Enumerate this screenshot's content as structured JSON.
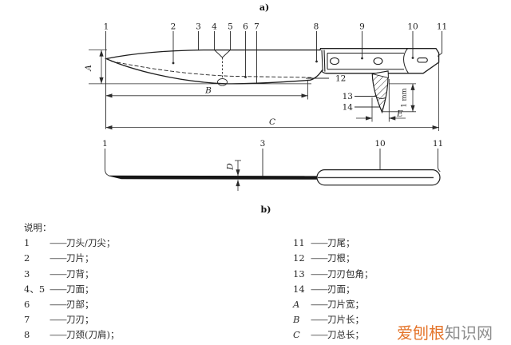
{
  "figure_a": {
    "title": "a)",
    "callouts": {
      "n1": "1",
      "n2": "2",
      "n3": "3",
      "n4": "4",
      "n5": "5",
      "n6": "6",
      "n7": "7",
      "n8": "8",
      "n9": "9",
      "n10": "10",
      "n11": "11",
      "n12": "12",
      "n13": "13",
      "n14": "14"
    },
    "dims": {
      "A": "A",
      "B": "B",
      "C": "C",
      "E": "E",
      "edge_height": "1 mm"
    }
  },
  "figure_b": {
    "title": "b)",
    "callouts": {
      "n1": "1",
      "n3": "3",
      "n10": "10",
      "n11": "11"
    },
    "dims": {
      "D": "D"
    }
  },
  "legend": {
    "heading": "说明：",
    "dash": "——",
    "left": [
      {
        "key": "1",
        "label": "刀头/刀尖；"
      },
      {
        "key": "2",
        "label": "刀片；"
      },
      {
        "key": "3",
        "label": "刀背；"
      },
      {
        "key": "4、5",
        "label": "刀面；"
      },
      {
        "key": "6",
        "label": "刃部；"
      },
      {
        "key": "7",
        "label": "刀刃；"
      },
      {
        "key": "8",
        "label": "刀颈(刀肩)；"
      }
    ],
    "right": [
      {
        "key": "11",
        "label": "刀尾；"
      },
      {
        "key": "12",
        "label": "刀根；"
      },
      {
        "key": "13",
        "label": "刀刃包角；"
      },
      {
        "key": "14",
        "label": "刃面；"
      },
      {
        "key": "A",
        "label": "刀片宽；"
      },
      {
        "key": "B",
        "label": "刀片长；"
      },
      {
        "key": "C",
        "label": "刀总长；"
      }
    ]
  },
  "watermark": {
    "highlight": "爱刨根",
    "rest": "知识网",
    "highlight_color": "#e4742a",
    "rest_color": "#8e8e8e"
  },
  "colors": {
    "line": "#222222",
    "background": "#ffffff"
  }
}
